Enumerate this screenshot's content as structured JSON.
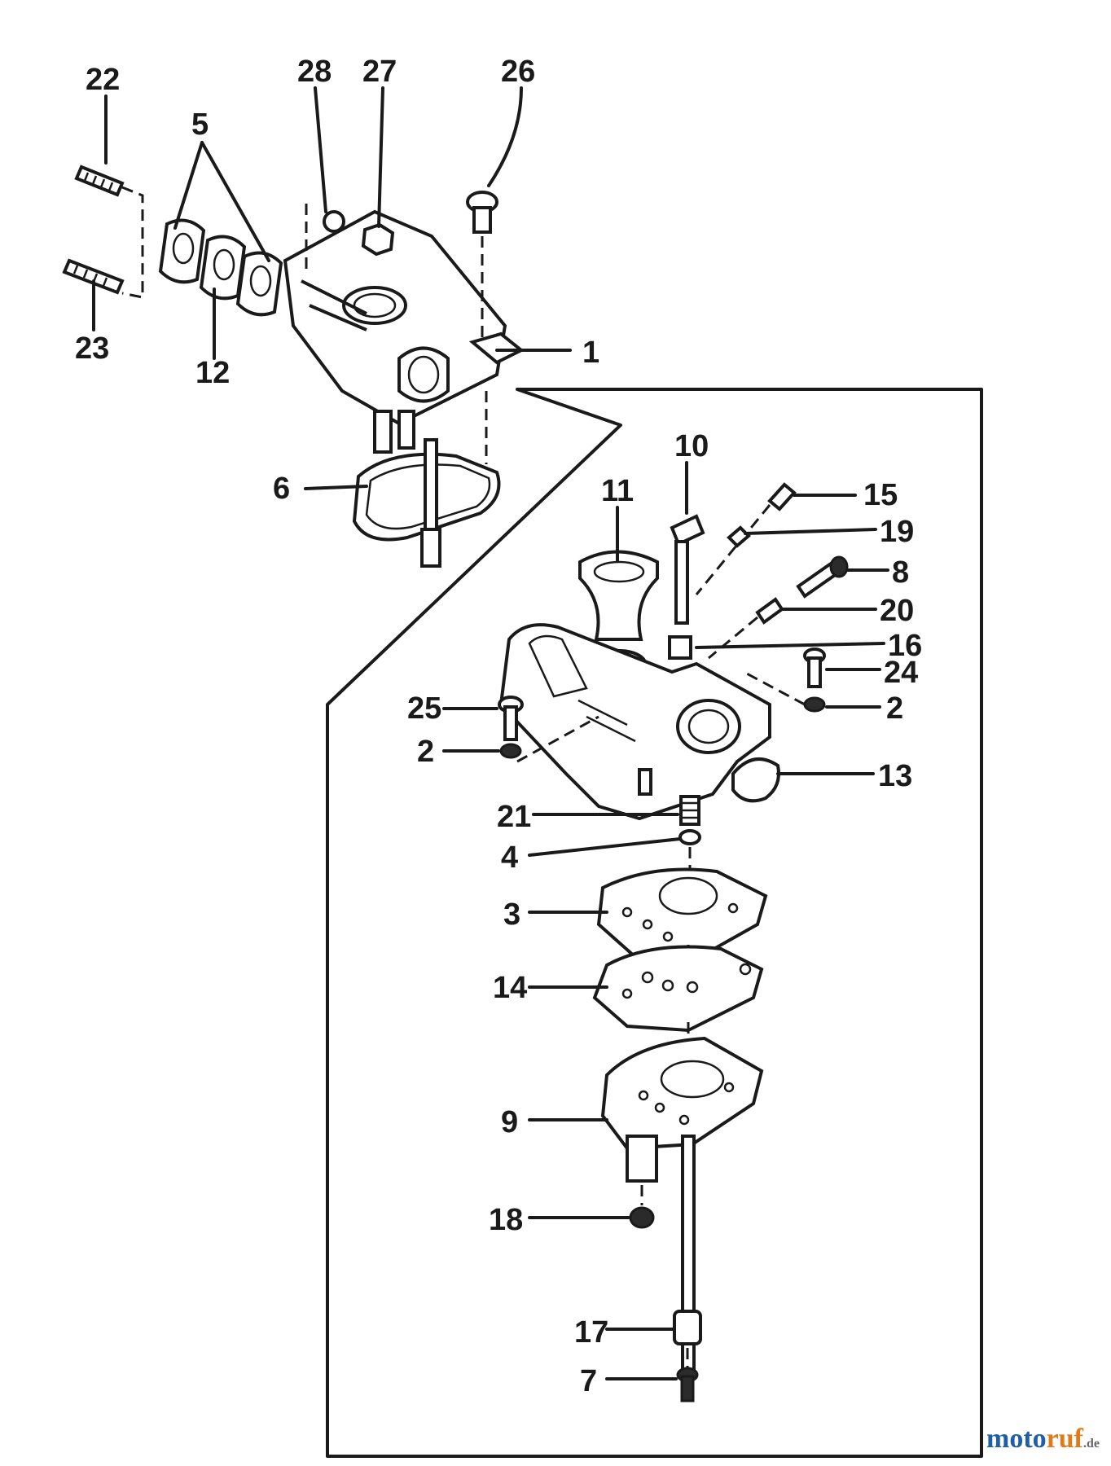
{
  "labels": [
    "22",
    "28",
    "27",
    "26",
    "5",
    "1",
    "23",
    "12",
    "6",
    "10",
    "11",
    "15",
    "19",
    "8",
    "20",
    "16",
    "24",
    "2",
    "25",
    "2",
    "13",
    "21",
    "4",
    "3",
    "14",
    "9",
    "18",
    "17",
    "7"
  ],
  "watermark": {
    "part_a": "moto",
    "part_b": "ruf",
    "part_c": ".de"
  }
}
